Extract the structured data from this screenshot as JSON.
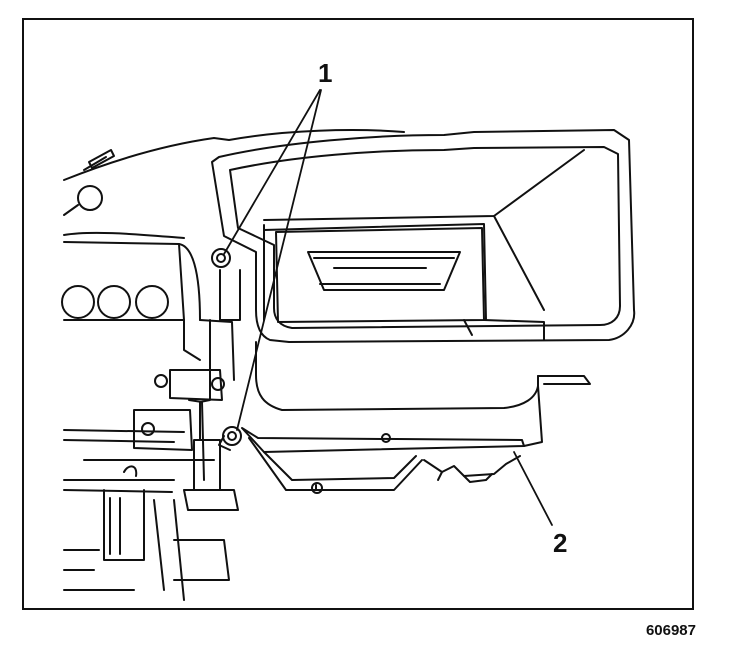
{
  "callouts": {
    "one": "1",
    "two": "2"
  },
  "figure_id": "606987",
  "colors": {
    "ink": "#111111",
    "paper": "#ffffff"
  },
  "parts": [
    {
      "id": "bolt",
      "callout": "1",
      "icon": "bolt-icon"
    },
    {
      "id": "air-inlet-housing",
      "callout": "2",
      "icon": "housing-icon"
    }
  ]
}
